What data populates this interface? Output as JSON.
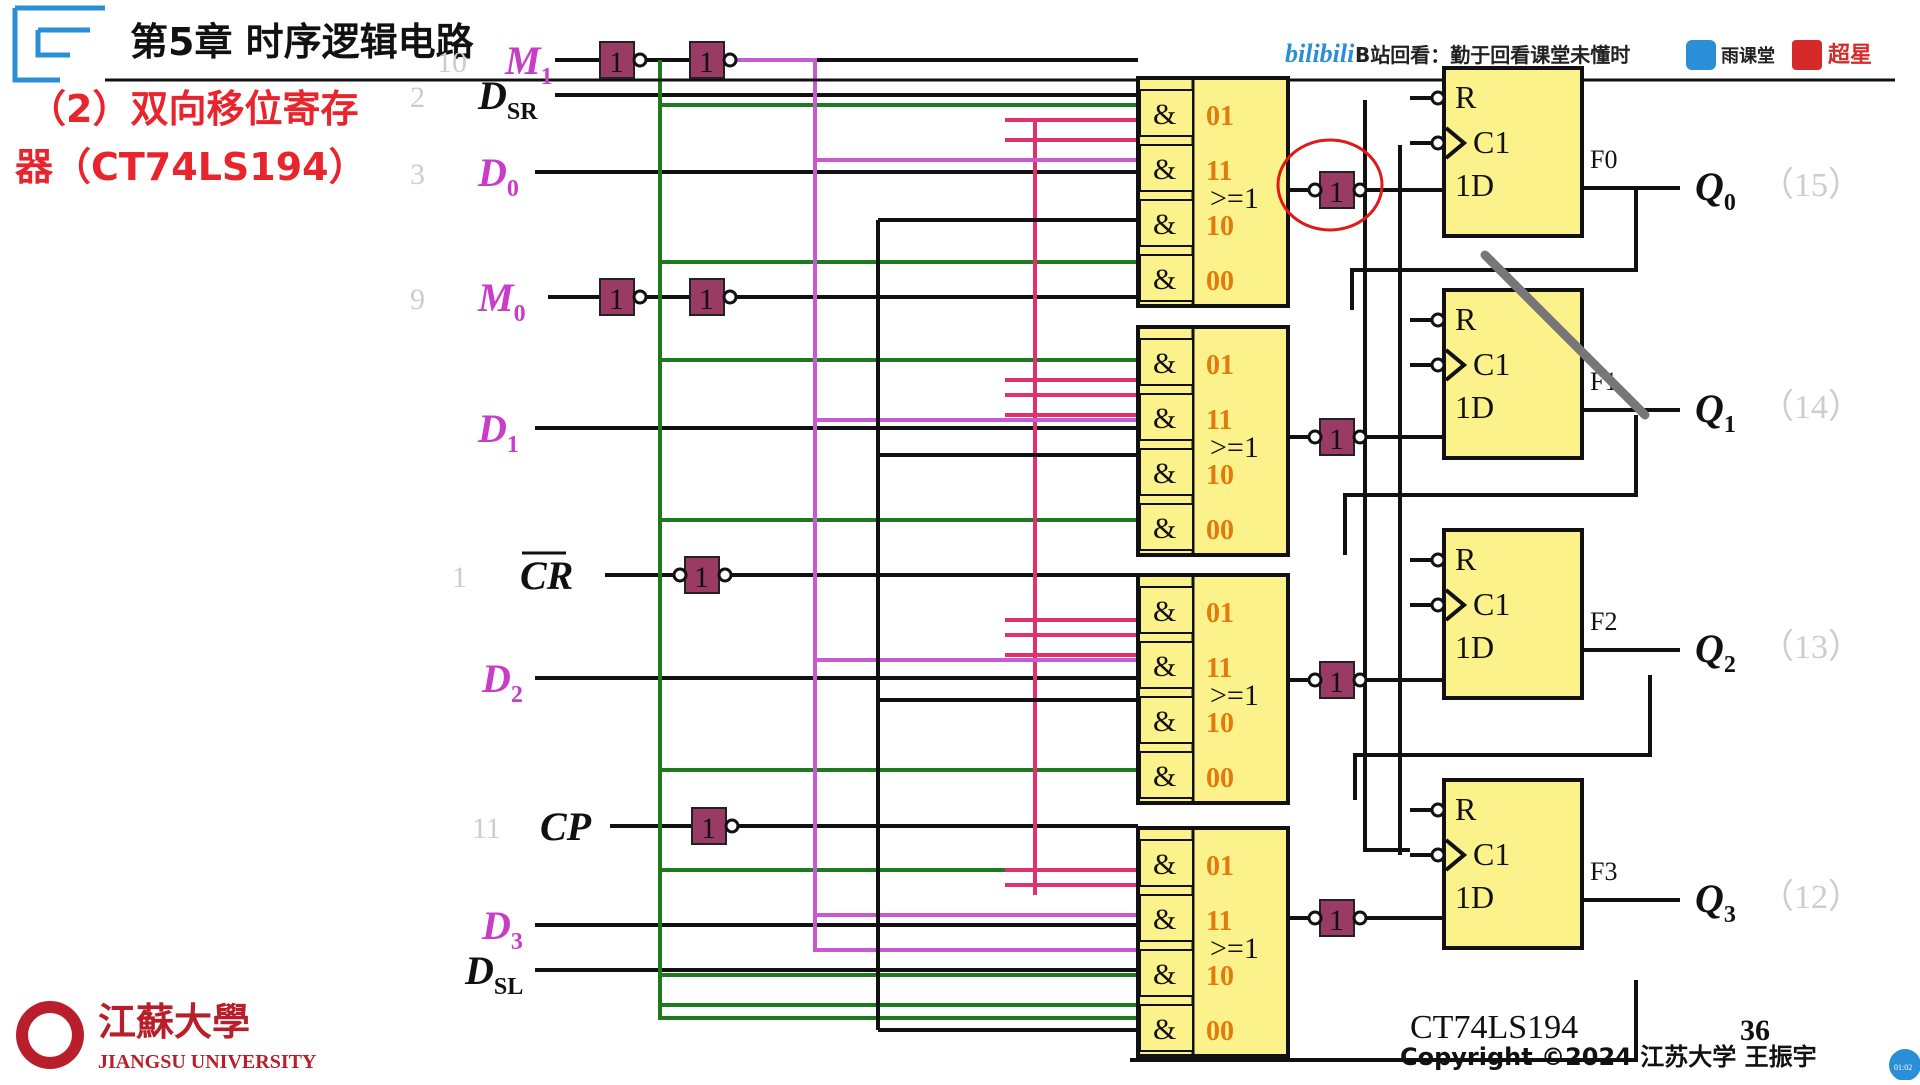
{
  "header": {
    "chapter_title": "第5章 时序逻辑电路",
    "section_title_line1": "（2）双向移位寄存",
    "section_title_line2": "器（CT74LS194）",
    "bilibili_logo": "bilibili",
    "bilibili_text": "B站回看：勤于回看课堂未懂时",
    "yuketang_text": "雨课堂",
    "chaoxing_text": "超星"
  },
  "inputs": [
    {
      "pin": "10",
      "label": "M",
      "sub": "1"
    },
    {
      "pin": "2",
      "label": "D",
      "sub": "SR"
    },
    {
      "pin": "3",
      "label": "D",
      "sub": "0"
    },
    {
      "pin": "9",
      "label": "M",
      "sub": "0"
    },
    {
      "pin": "",
      "label": "D",
      "sub": "1"
    },
    {
      "pin": "1",
      "label": "CR",
      "sub": ""
    },
    {
      "pin": "",
      "label": "D",
      "sub": "2"
    },
    {
      "pin": "11",
      "label": "CP",
      "sub": ""
    },
    {
      "pin": "",
      "label": "D",
      "sub": "3"
    },
    {
      "pin": "",
      "label": "D",
      "sub": "SL"
    }
  ],
  "gate_symbols": {
    "and": "&",
    "or": ">=1",
    "not": "1"
  },
  "mux_codes": [
    "01",
    "11",
    "10",
    "00"
  ],
  "flipflops": [
    {
      "name": "F0",
      "r": "R",
      "c": "C1",
      "d": "1D",
      "out": "Q",
      "out_sub": "0",
      "pin": "（15）"
    },
    {
      "name": "F1",
      "r": "R",
      "c": "C1",
      "d": "1D",
      "out": "Q",
      "out_sub": "1",
      "pin": "（14）"
    },
    {
      "name": "F2",
      "r": "R",
      "c": "C1",
      "d": "1D",
      "out": "Q",
      "out_sub": "2",
      "pin": "（13）"
    },
    {
      "name": "F3",
      "r": "R",
      "c": "C1",
      "d": "1D",
      "out": "Q",
      "out_sub": "3",
      "pin": "（12）"
    }
  ],
  "footer": {
    "chip_name": "CT74LS194",
    "page_number": "36",
    "copyright": "Copyright ©2024 江苏大学 王振宇",
    "university_cn": "江蘇大學",
    "university_en": "JIANGSU UNIVERSITY",
    "timestamp_badge": "01:02"
  },
  "colors": {
    "title_red": "#e8242c",
    "input_magenta": "#c83cc8",
    "gate_fill": "#9a3b66",
    "block_fill": "#fbf28c",
    "wire_green": "#1e7a1e",
    "wire_pink": "#e0306e",
    "wire_violet": "#c65ad0",
    "accent_blue": "#2a8fd6",
    "code_orange": "#e37a0c"
  }
}
